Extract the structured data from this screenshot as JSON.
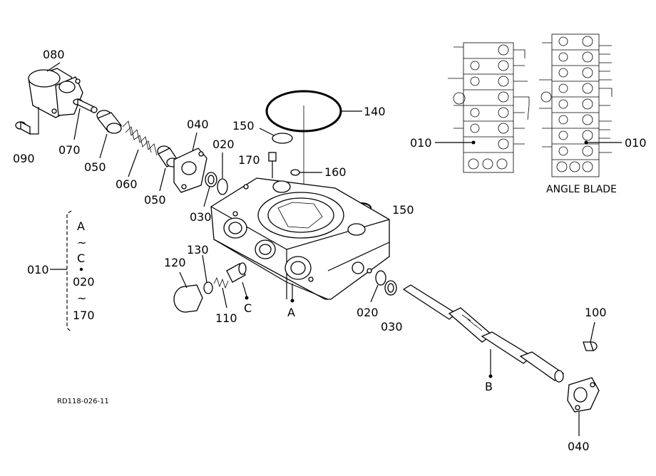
{
  "part_labels": {
    "p080": "080",
    "p090": "090",
    "p070": "070",
    "p050a": "050",
    "p060": "060",
    "p050b": "050",
    "p040a": "040",
    "p030a": "030",
    "p020a": "020",
    "p170": "170",
    "p150a": "150",
    "p140": "140",
    "p160": "160",
    "p150b": "150",
    "p120": "120",
    "p130": "130",
    "p110": "110",
    "pC": "C",
    "pA": "A",
    "p020b": "020",
    "p030b": "030",
    "pB": "B",
    "p100": "100",
    "p040b": "040",
    "p010a": "010",
    "p010b": "010"
  },
  "group": {
    "label": "010",
    "items": [
      "A",
      "~",
      "C",
      "•",
      "020",
      "~",
      "170"
    ]
  },
  "angle_blade": "ANGLE BLADE",
  "reference_code": "RD118-026-11"
}
